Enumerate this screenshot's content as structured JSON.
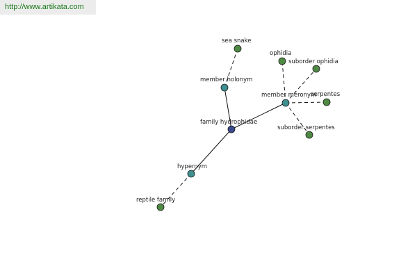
{
  "header": {
    "url_text": "http://www.artikata.com"
  },
  "colors": {
    "center": "#3b4a8c",
    "relation": "#3f8f8f",
    "term": "#4f8a44"
  },
  "graph": {
    "nodes": [
      {
        "id": "family-hydrophidae",
        "label": "family hydrophidae",
        "kind": "center"
      },
      {
        "id": "member-holonym",
        "label": "member holonym",
        "kind": "relation"
      },
      {
        "id": "member-meronym",
        "label": "member meronym",
        "kind": "relation"
      },
      {
        "id": "hypernym",
        "label": "hypernym",
        "kind": "relation"
      },
      {
        "id": "sea-snake",
        "label": "sea snake",
        "kind": "term"
      },
      {
        "id": "ophidia",
        "label": "ophidia",
        "kind": "term"
      },
      {
        "id": "suborder-ophidia",
        "label": "suborder ophidia",
        "kind": "term"
      },
      {
        "id": "serpentes",
        "label": "serpentes",
        "kind": "term"
      },
      {
        "id": "suborder-serpentes",
        "label": "suborder serpentes",
        "kind": "term"
      },
      {
        "id": "reptile-family",
        "label": "reptile family",
        "kind": "term"
      }
    ],
    "edges": [
      {
        "from": "family-hydrophidae",
        "to": "member-holonym",
        "style": "solid"
      },
      {
        "from": "family-hydrophidae",
        "to": "member-meronym",
        "style": "solid"
      },
      {
        "from": "family-hydrophidae",
        "to": "hypernym",
        "style": "solid"
      },
      {
        "from": "member-holonym",
        "to": "sea-snake",
        "style": "dashed"
      },
      {
        "from": "member-meronym",
        "to": "ophidia",
        "style": "dashed"
      },
      {
        "from": "member-meronym",
        "to": "suborder-ophidia",
        "style": "dashed"
      },
      {
        "from": "member-meronym",
        "to": "serpentes",
        "style": "dashed"
      },
      {
        "from": "member-meronym",
        "to": "suborder-serpentes",
        "style": "dashed"
      },
      {
        "from": "hypernym",
        "to": "reptile-family",
        "style": "dashed"
      }
    ]
  }
}
